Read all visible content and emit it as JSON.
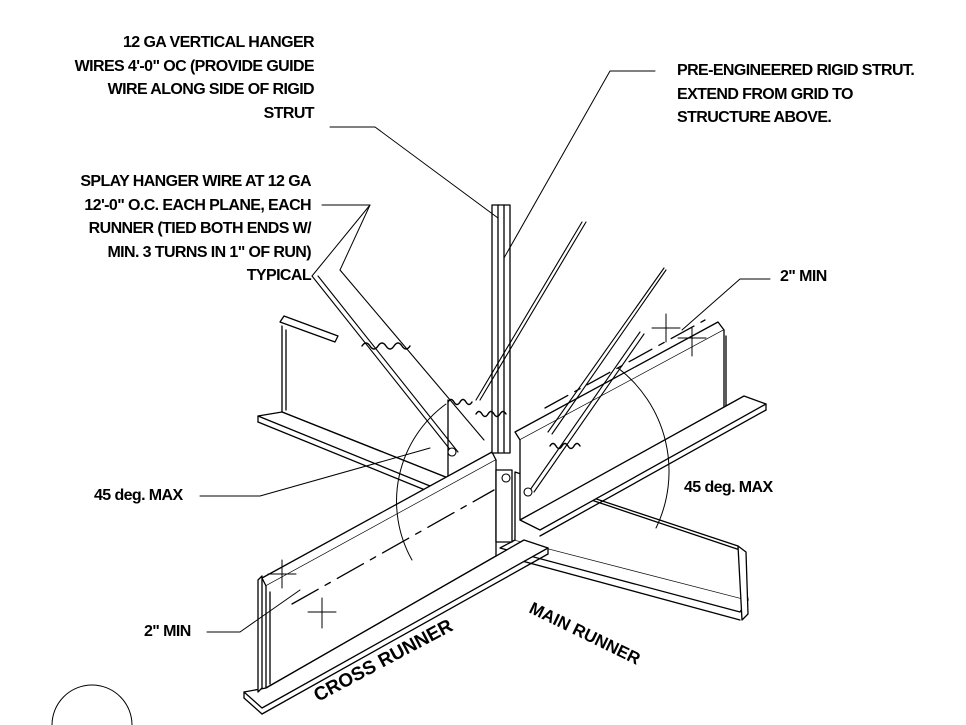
{
  "callouts": {
    "vertical_hanger": [
      "12 GA VERTICAL HANGER",
      "WIRES 4'-0\" OC (PROVIDE GUIDE",
      "WIRE ALONG SIDE OF RIGID",
      "STRUT"
    ],
    "rigid_strut": [
      "PRE-ENGINEERED RIGID STRUT.",
      "EXTEND FROM GRID TO",
      "STRUCTURE ABOVE."
    ],
    "splay_wire": [
      "SPLAY HANGER WIRE AT 12 GA",
      "12'-0\" O.C. EACH PLANE, EACH",
      "RUNNER (TIED BOTH ENDS W/",
      "MIN. 3 TURNS IN 1\" OF RUN)",
      "TYPICAL"
    ],
    "min_right": "2\" MIN",
    "min_left": "2\" MIN",
    "angle_left": "45 deg. MAX",
    "angle_right": "45 deg. MAX"
  },
  "labels": {
    "cross_runner": "CROSS RUNNER",
    "main_runner": "MAIN RUNNER"
  },
  "colors": {
    "ink": "#000000",
    "background": "#ffffff"
  }
}
